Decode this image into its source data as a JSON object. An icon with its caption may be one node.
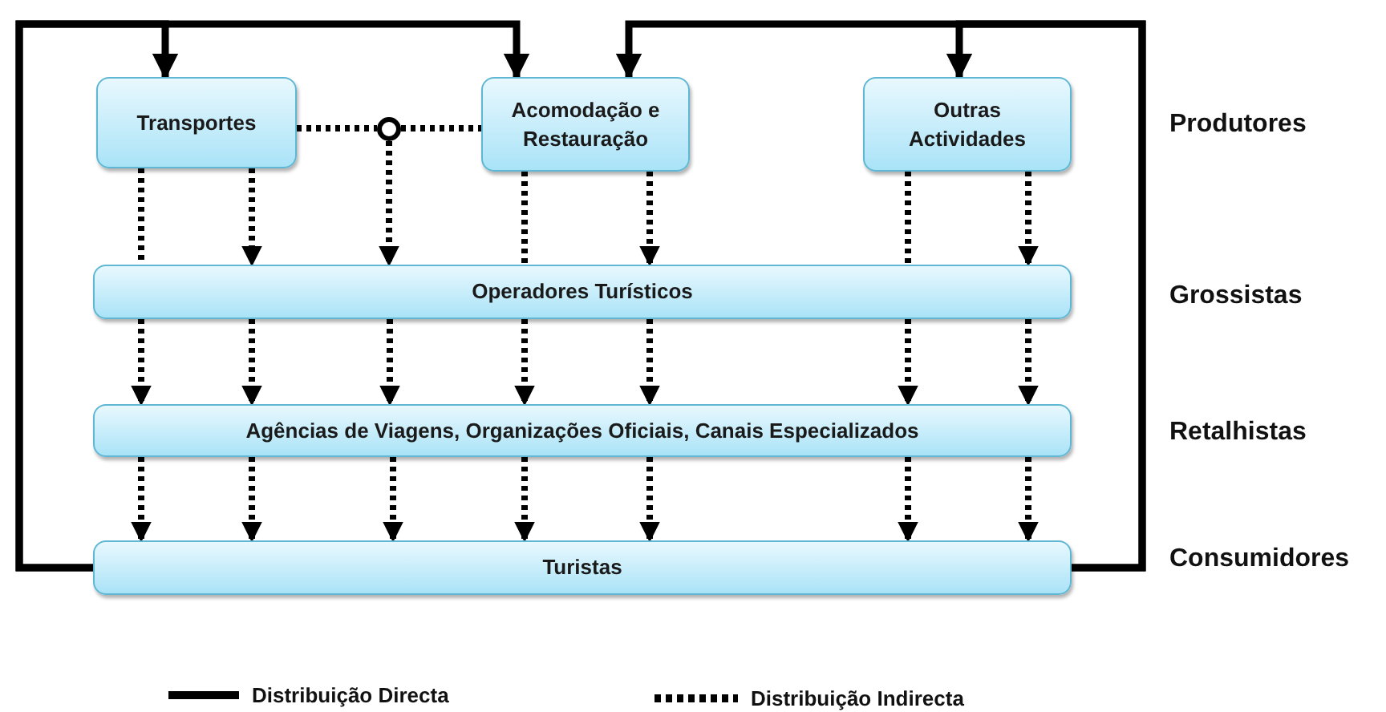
{
  "diagram": {
    "nodes": [
      {
        "text": [
          "Transportes"
        ]
      },
      {
        "text": [
          "Acomodação e Restauração"
        ]
      },
      {
        "text": [
          "Outras Actividades"
        ]
      },
      {
        "text": [],
        "shape": "circle"
      },
      {
        "text": [
          "Operadores Turísticos"
        ]
      },
      {
        "text": [
          "Agências de Viagens, Organizações Oficiais, Canais Especializados"
        ]
      },
      {
        "text": [
          "Turistas"
        ]
      }
    ],
    "edges": [
      {
        "from": 6,
        "to": 0,
        "arrow": "to"
      },
      {
        "from": 6,
        "to": 1,
        "arrow": "to"
      },
      {
        "from": 6,
        "to": 1,
        "arrow": "to"
      },
      {
        "from": 6,
        "to": 2,
        "arrow": "to"
      },
      {
        "from": 0,
        "to": 3,
        "arrow": "none",
        "style": "dashed"
      },
      {
        "from": 3,
        "to": 1,
        "arrow": "none",
        "style": "dashed"
      },
      {
        "from": 3,
        "to": 4,
        "arrow": "to",
        "style": "dashed"
      },
      {
        "from": 0,
        "to": 4,
        "arrow": "none",
        "style": "dashed"
      },
      {
        "from": 0,
        "to": 4,
        "arrow": "to",
        "style": "dashed"
      },
      {
        "from": 1,
        "to": 4,
        "arrow": "none",
        "style": "dashed"
      },
      {
        "from": 1,
        "to": 4,
        "arrow": "to",
        "style": "dashed"
      },
      {
        "from": 2,
        "to": 4,
        "arrow": "none",
        "style": "dashed"
      },
      {
        "from": 2,
        "to": 4,
        "arrow": "to",
        "style": "dashed"
      },
      {
        "from": 4,
        "to": 5,
        "arrow": "to",
        "style": "dashed"
      },
      {
        "from": 4,
        "to": 5,
        "arrow": "to",
        "style": "dashed"
      },
      {
        "from": 4,
        "to": 5,
        "arrow": "to",
        "style": "dashed"
      },
      {
        "from": 4,
        "to": 5,
        "arrow": "to",
        "style": "dashed"
      },
      {
        "from": 4,
        "to": 5,
        "arrow": "to",
        "style": "dashed"
      },
      {
        "from": 4,
        "to": 5,
        "arrow": "to",
        "style": "dashed"
      },
      {
        "from": 4,
        "to": 5,
        "arrow": "to",
        "style": "dashed"
      },
      {
        "from": 5,
        "to": 6,
        "arrow": "to",
        "style": "dashed"
      },
      {
        "from": 5,
        "to": 6,
        "arrow": "to",
        "style": "dashed"
      },
      {
        "from": 5,
        "to": 6,
        "arrow": "to",
        "style": "dashed"
      },
      {
        "from": 5,
        "to": 6,
        "arrow": "to",
        "style": "dashed"
      },
      {
        "from": 5,
        "to": 6,
        "arrow": "to",
        "style": "dashed"
      },
      {
        "from": 5,
        "to": 6,
        "arrow": "to",
        "style": "dashed"
      },
      {
        "from": 5,
        "to": 6,
        "arrow": "to",
        "style": "dashed"
      }
    ],
    "labels": [
      "Produtores",
      "Grossistas",
      "Retalhistas",
      "Consumidores"
    ],
    "legend": [
      {
        "text": "Distribuição Directa"
      },
      {
        "text": "Distribuição Indirecta"
      }
    ]
  }
}
